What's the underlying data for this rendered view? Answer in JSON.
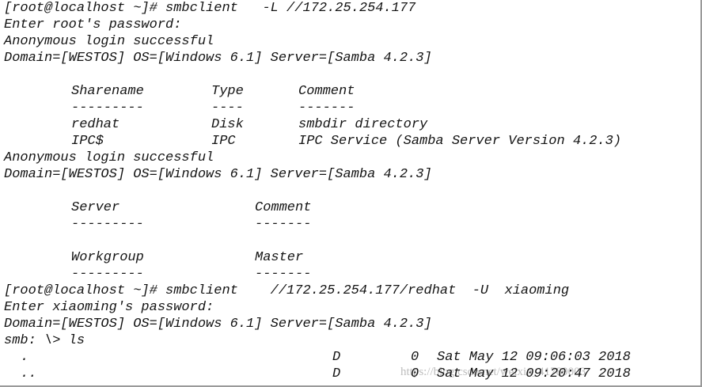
{
  "session1": {
    "prompt": "[root@localhost ~]# smbclient   -L //172.25.254.177",
    "password_prompt": "Enter root's password:",
    "login1": "Anonymous login successful",
    "domain1": "Domain=[WESTOS] OS=[Windows 6.1] Server=[Samba 4.2.3]",
    "shares": {
      "headers": [
        "Sharename",
        "Type",
        "Comment"
      ],
      "dashes": [
        "---------",
        "----",
        "-------"
      ],
      "rows": [
        [
          "redhat",
          "Disk",
          "smbdir directory"
        ],
        [
          "IPC$",
          "IPC",
          "IPC Service (Samba Server Version 4.2.3)"
        ]
      ]
    },
    "login2": "Anonymous login successful",
    "domain2": "Domain=[WESTOS] OS=[Windows 6.1] Server=[Samba 4.2.3]",
    "servers": {
      "headers": [
        "Server",
        "Comment"
      ],
      "dashes": [
        "---------",
        "-------"
      ]
    },
    "workgroups": {
      "headers": [
        "Workgroup",
        "Master"
      ],
      "dashes": [
        "---------",
        "-------"
      ]
    }
  },
  "session2": {
    "prompt": "[root@localhost ~]# smbclient    //172.25.254.177/redhat  -U  xiaoming",
    "password_prompt": "Enter xiaoming's password:",
    "domain": "Domain=[WESTOS] OS=[Windows 6.1] Server=[Samba 4.2.3]",
    "smb_prompt": "smb: \\> ls",
    "listing": [
      {
        "name": ".",
        "attr": "D",
        "size": "0",
        "date": "Sat May 12 09:06:03 2018"
      },
      {
        "name": "..",
        "attr": "D",
        "size": "0",
        "date": "Sat May 12 09:20:47 2018"
      }
    ]
  },
  "watermark": "https://blog.csdn.net/weixin_41789003"
}
